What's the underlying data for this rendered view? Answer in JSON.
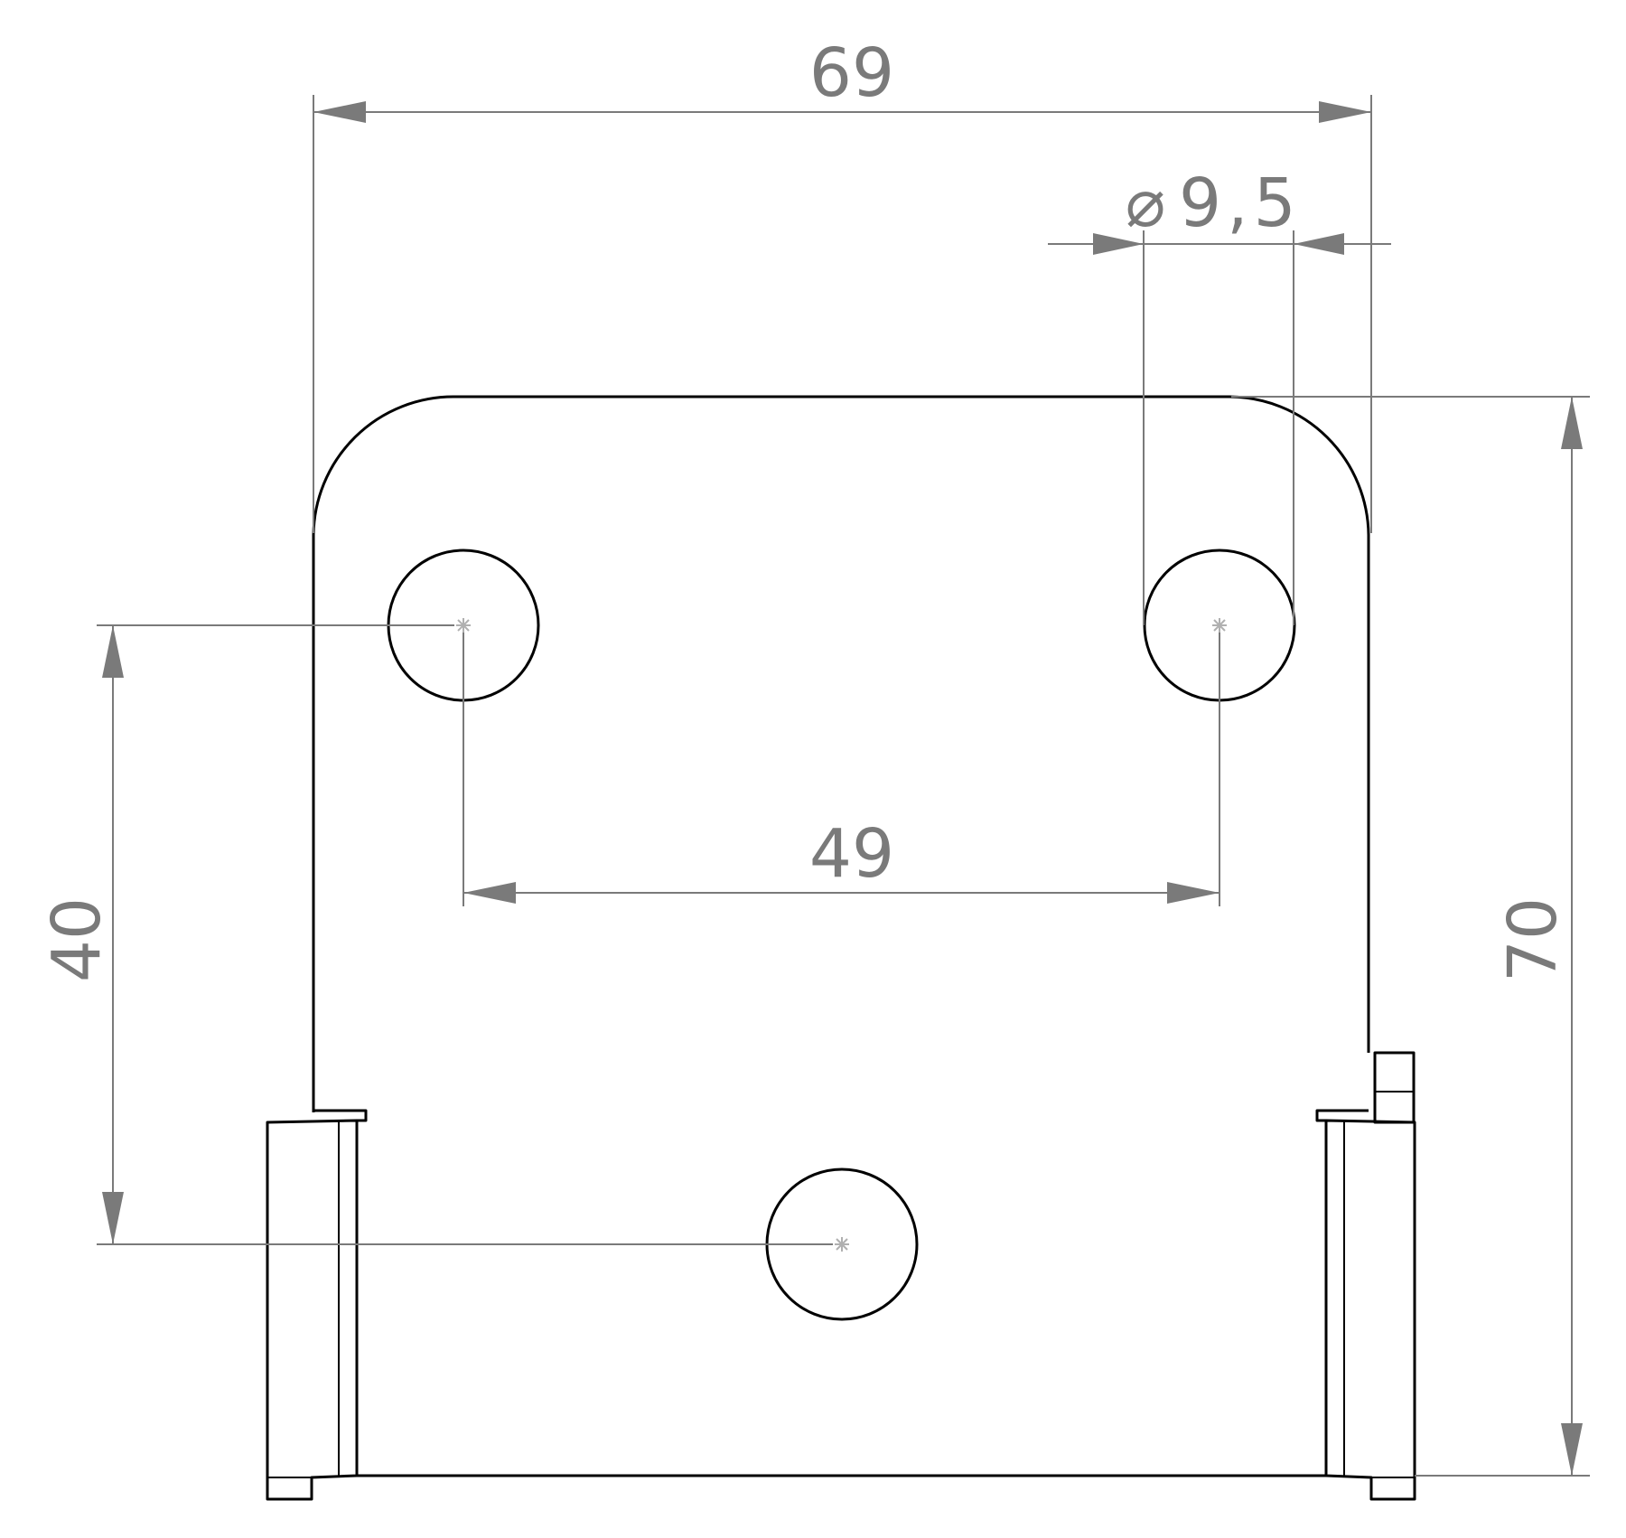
{
  "drawing": {
    "dimensions": {
      "overall_width": "69",
      "hole_diameter_symbol": "⌀",
      "hole_diameter_value": "9,5",
      "hole_spacing": "49",
      "vertical_hole_offset": "40",
      "overall_height": "70"
    },
    "colors": {
      "outline": "#000000",
      "dimension": "#7a7a7a",
      "center_mark": "#b0b0b0"
    }
  }
}
